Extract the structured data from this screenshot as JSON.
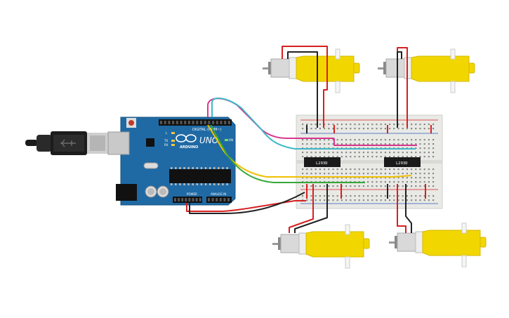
{
  "arduino": {
    "brand": "ARDUINO",
    "model": "UNO",
    "digital_header": "DIGITAL (PWM~)",
    "power_header": "POWER",
    "analog_header": "ANALOG IN",
    "led_label": "L",
    "tx_label": "TX",
    "rx_label": "RX",
    "on_label": "ON"
  },
  "breadboard": {
    "chip_left": "L293D",
    "chip_right": "L293D"
  },
  "colors": {
    "board_blue": "#1f6aa5",
    "breadboard": "#e9e9e6",
    "motor_yellow": "#f2d600",
    "wire_red": "#d62020",
    "wire_black": "#222222",
    "wire_pink": "#d8378f",
    "wire_cyan": "#3fb8c8",
    "wire_yellow": "#f0c000",
    "wire_green": "#35a838"
  },
  "components": {
    "usb_cable": "usb-cable",
    "motors": [
      "motor-top-left",
      "motor-top-right",
      "motor-bottom-left",
      "motor-bottom-right"
    ]
  }
}
